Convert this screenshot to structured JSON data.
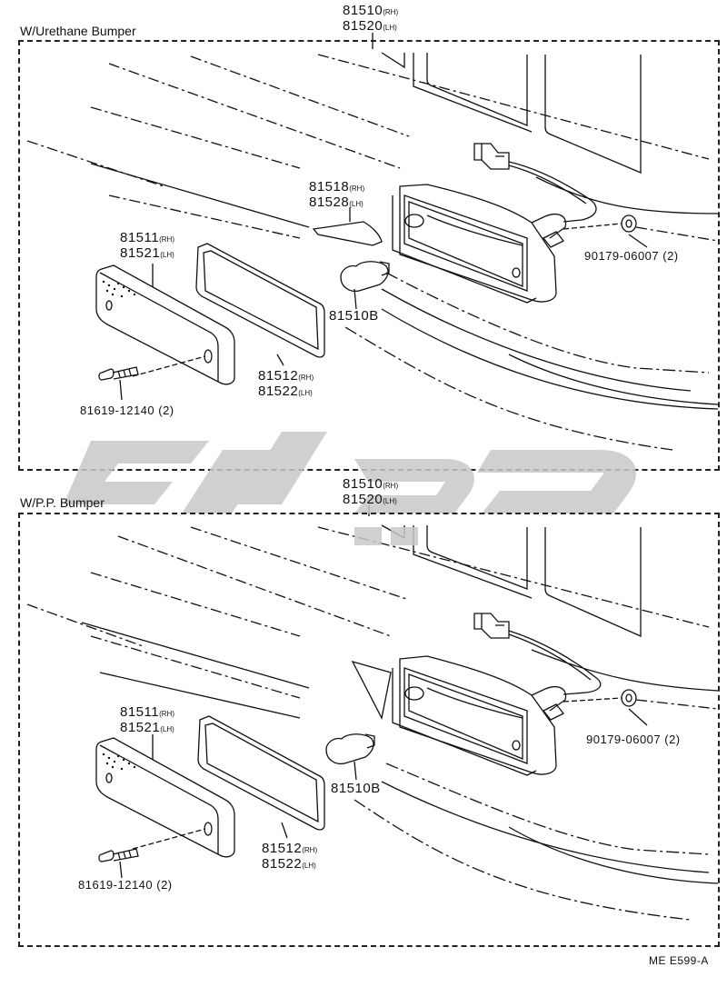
{
  "top_section": {
    "title": "W/Urethane Bumper",
    "lamp_assy": {
      "rh": "81510",
      "rh_tag": "(RH)",
      "lh": "81520",
      "lh_tag": "(LH)"
    },
    "socket": {
      "rh": "81518",
      "rh_tag": "(RH)",
      "lh": "81528",
      "lh_tag": "(LH)"
    },
    "lens": {
      "rh": "81511",
      "rh_tag": "(RH)",
      "lh": "81521",
      "lh_tag": "(LH)"
    },
    "gasket": {
      "rh": "81512",
      "rh_tag": "(RH)",
      "lh": "81522",
      "lh_tag": "(LH)"
    },
    "bulb": "81510B",
    "nut": "90179-06007 (2)",
    "screw": "81619-12140 (2)"
  },
  "bottom_section": {
    "title": "W/P.P. Bumper",
    "lamp_assy": {
      "rh": "81510",
      "rh_tag": "(RH)",
      "lh": "81520",
      "lh_tag": "(LH)"
    },
    "lens": {
      "rh": "81511",
      "rh_tag": "(RH)",
      "lh": "81521",
      "lh_tag": "(LH)"
    },
    "gasket": {
      "rh": "81512",
      "rh_tag": "(RH)",
      "lh": "81522",
      "lh_tag": "(LH)"
    },
    "bulb": "81510B",
    "nut": "90179-06007 (2)",
    "screw": "81619-12140 (2)"
  },
  "footer_code": "ME E599-A",
  "colors": {
    "line": "#111111",
    "watermark": "#c8c8c8"
  }
}
